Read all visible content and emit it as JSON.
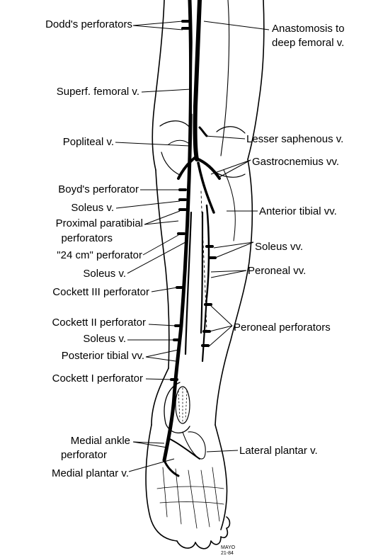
{
  "labels": {
    "dodds_perforators": "Dodd's perforators",
    "anastomosis_line1": "Anastomosis to",
    "anastomosis_line2": "deep femoral v.",
    "superf_femoral": "Superf. femoral v.",
    "popliteal": "Popliteal v.",
    "lesser_saphenous": "Lesser saphenous v.",
    "gastrocnemius": "Gastrocnemius vv.",
    "boyds_perforator": "Boyd's perforator",
    "soleus_1": "Soleus v.",
    "anterior_tibial": "Anterior tibial vv.",
    "proximal_line1": "Proximal paratibial",
    "proximal_line2": "perforators",
    "soleus_vv": "Soleus vv.",
    "perf_24cm": "\"24 cm\" perforator",
    "soleus_2": "Soleus v.",
    "peroneal_vv": "Peroneal vv.",
    "cockett_3": "Cockett III perforator",
    "cockett_2": "Cockett II perforator",
    "peroneal_perforators": "Peroneal perforators",
    "soleus_3": "Soleus v.",
    "posterior_tibial": "Posterior tibial vv.",
    "cockett_1": "Cockett I perforator",
    "medial_ankle_line1": "Medial ankle",
    "medial_ankle_line2": "perforator",
    "lateral_plantar": "Lateral plantar v.",
    "medial_plantar": "Medial plantar v."
  },
  "signature": {
    "mark": "MAYO",
    "date": "21-84"
  }
}
